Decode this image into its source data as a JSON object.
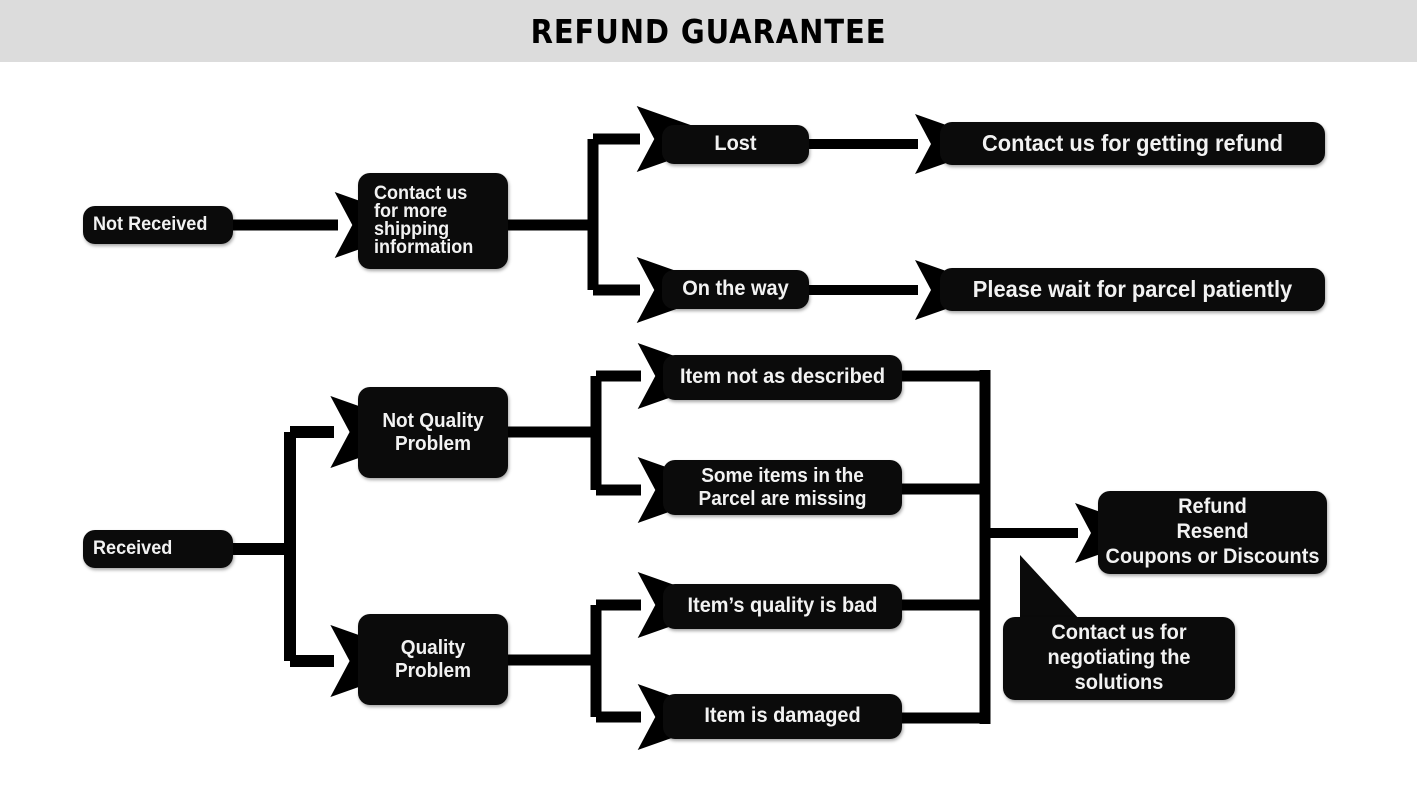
{
  "header": {
    "title": "REFUND GUARANTEE",
    "bar_color": "#dcdcdc",
    "text_color": "#000000"
  },
  "theme": {
    "node_fill": "#0b0b0b",
    "node_text": "#f2f2f2",
    "connector_color": "#000000",
    "page_background": "#ffffff"
  },
  "flow": {
    "not_received": {
      "start_label": "Not Received",
      "action_label": "Contact us for more shipping information",
      "branches": [
        {
          "condition": "Lost",
          "result": "Contact us for getting refund"
        },
        {
          "condition": "On the way",
          "result": "Please wait for parcel patiently"
        }
      ]
    },
    "received": {
      "start_label": "Received",
      "categories": [
        {
          "label": "Not Quality Problem",
          "issues": [
            "Item not as described",
            "Some items in the Parcel are missing"
          ]
        },
        {
          "label": "Quality Problem",
          "issues": [
            "Item’s quality is bad",
            "Item is damaged"
          ]
        }
      ],
      "outcome": "Refund\nResend\nCoupons or Discounts",
      "outcome_lines": [
        "Refund",
        "Resend",
        "Coupons or Discounts"
      ],
      "callout": "Contact us for negotiating the solutions",
      "callout_lines": [
        "Contact us for",
        "negotiating the",
        "solutions"
      ]
    }
  },
  "nodes": {
    "not_received": "Not Received",
    "contact_shipping": "Contact us for more shipping information",
    "contact_shipping_lines": [
      "Contact us",
      "for more",
      "shipping",
      "information"
    ],
    "lost": "Lost",
    "contact_refund": "Contact us for getting refund",
    "on_the_way": "On the way",
    "wait_parcel": "Please wait for parcel patiently",
    "received": "Received",
    "not_quality_problem": "Not Quality Problem",
    "not_quality_problem_lines": [
      "Not Quality",
      "Problem"
    ],
    "quality_problem": "Quality Problem",
    "quality_problem_lines": [
      "Quality",
      "Problem"
    ],
    "item_not_as_described": "Item not as described",
    "items_missing": "Some items in the Parcel are missing",
    "items_missing_lines": [
      "Some items in the",
      "Parcel are missing"
    ],
    "item_quality_bad": "Item’s quality is bad",
    "item_damaged": "Item is damaged",
    "refund_resend": "Refund Resend Coupons or Discounts",
    "negotiate": "Contact us for negotiating the solutions"
  }
}
